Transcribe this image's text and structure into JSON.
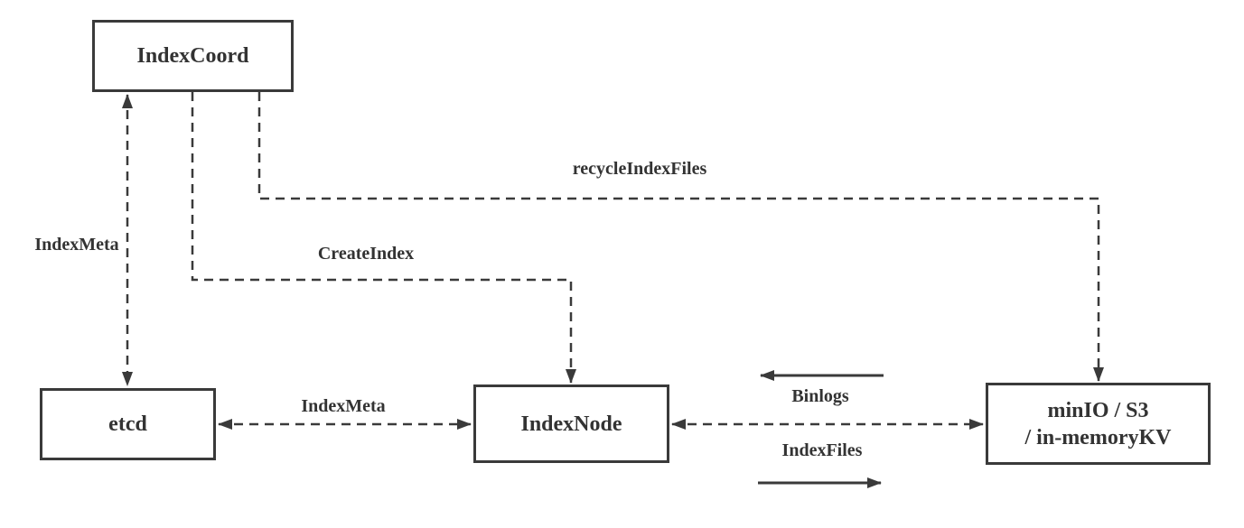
{
  "diagram": {
    "title": "index building architecture diagram",
    "background_color": "#ffffff",
    "line_color": "#3a3a3a",
    "text_color": "#333333"
  },
  "nodes": {
    "indexcoord": {
      "label": "IndexCoord"
    },
    "etcd": {
      "label": "etcd"
    },
    "indexnode": {
      "label": "IndexNode"
    },
    "storage": {
      "label_line1": "minIO / S3",
      "label_line2": "/ in-memoryKV"
    }
  },
  "edges": {
    "indexmeta_vertical": {
      "label": "IndexMeta",
      "from": "etcd",
      "to": "IndexCoord",
      "style": "dashed",
      "direction": "both"
    },
    "createindex": {
      "label": "CreateIndex",
      "from": "IndexCoord",
      "to": "IndexNode",
      "style": "dashed",
      "direction": "to"
    },
    "recycleindexfiles": {
      "label": "recycleIndexFiles",
      "from": "IndexCoord",
      "to": "storage",
      "style": "dashed",
      "direction": "to"
    },
    "indexmeta_horizontal": {
      "label": "IndexMeta",
      "from": "etcd",
      "to": "IndexNode",
      "style": "dashed",
      "direction": "both"
    },
    "indexnode_storage": {
      "label": "",
      "from": "IndexNode",
      "to": "storage",
      "style": "dashed",
      "direction": "both"
    },
    "binlogs": {
      "label": "Binlogs",
      "from": "storage",
      "to": "IndexNode",
      "style": "solid",
      "direction": "left"
    },
    "indexfiles": {
      "label": "IndexFiles",
      "from": "IndexNode",
      "to": "storage",
      "style": "solid",
      "direction": "right"
    }
  }
}
